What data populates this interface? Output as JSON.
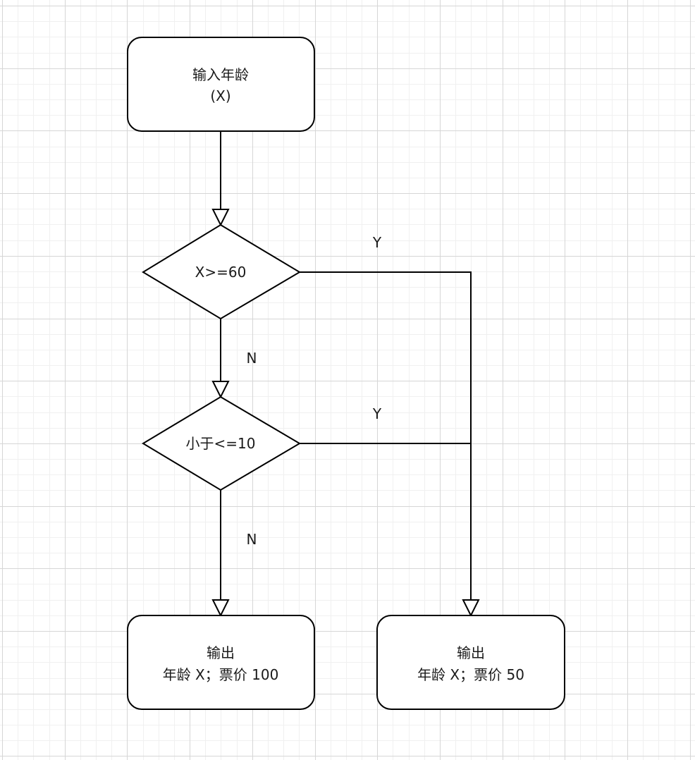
{
  "diagram": {
    "type": "flowchart",
    "nodes": [
      {
        "id": "input",
        "shape": "rounded-rect",
        "lines": [
          "输入年龄",
          "(X)"
        ]
      },
      {
        "id": "check-senior",
        "shape": "diamond",
        "lines": [
          "X>=60"
        ]
      },
      {
        "id": "check-child",
        "shape": "diamond",
        "lines": [
          "小于<=10"
        ]
      },
      {
        "id": "output-full",
        "shape": "rounded-rect",
        "lines": [
          "输出",
          "年龄 X；票价 100"
        ]
      },
      {
        "id": "output-half",
        "shape": "rounded-rect",
        "lines": [
          "输出",
          "年龄 X；票价 50"
        ]
      }
    ],
    "edges": [
      {
        "from": "input",
        "to": "check-senior",
        "label": ""
      },
      {
        "from": "check-senior",
        "to": "check-child",
        "label": "N"
      },
      {
        "from": "check-senior",
        "to": "output-half",
        "label": "Y"
      },
      {
        "from": "check-child",
        "to": "output-full",
        "label": "N"
      },
      {
        "from": "check-child",
        "to": "output-half",
        "label": "Y"
      }
    ],
    "colors": {
      "stroke": "#000000",
      "fill": "#ffffff",
      "grid_minor": "#f0f0f0",
      "grid_major": "#d6d6d6"
    }
  }
}
